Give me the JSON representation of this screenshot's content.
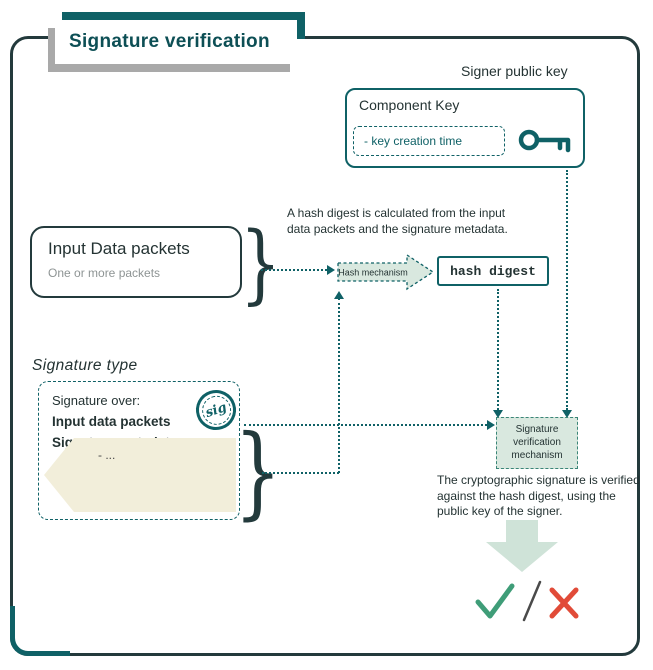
{
  "title": "Signature verification",
  "signer": {
    "caption": "Signer public key",
    "box_title": "Component Key",
    "key_detail": "- key creation time"
  },
  "input": {
    "title": "Input Data packets",
    "subtitle": "One or more packets"
  },
  "braces": {
    "right": "}"
  },
  "hash": {
    "note": "A hash digest is calculated from the input data packets and the signature metadata.",
    "mechanism": "Hash mechanism",
    "digest": "hash digest"
  },
  "signature": {
    "section_label": "Signature type",
    "over_label": "Signature over:",
    "item_packets": "Input data packets",
    "item_metadata": "Signature metadata",
    "stamp_text": "sig",
    "metadata_detail": "- ..."
  },
  "verification": {
    "mechanism_label": "Signature verification mechanism",
    "note": "The cryptographic signature is verified against the hash digest, using the public key of the signer."
  },
  "colors": {
    "frame": "#233a3c",
    "teal": "#0f6166",
    "title_text": "#0d4f55",
    "green_fill": "#d9e8df",
    "green_solid": "#cfe3d8",
    "beige": "#f2eeda",
    "check": "#3f9d78",
    "cross": "#e14b38",
    "slash": "#4a4a4a",
    "shadow": "#a9a9a9",
    "text": "#243333",
    "muted": "#8e9494"
  }
}
